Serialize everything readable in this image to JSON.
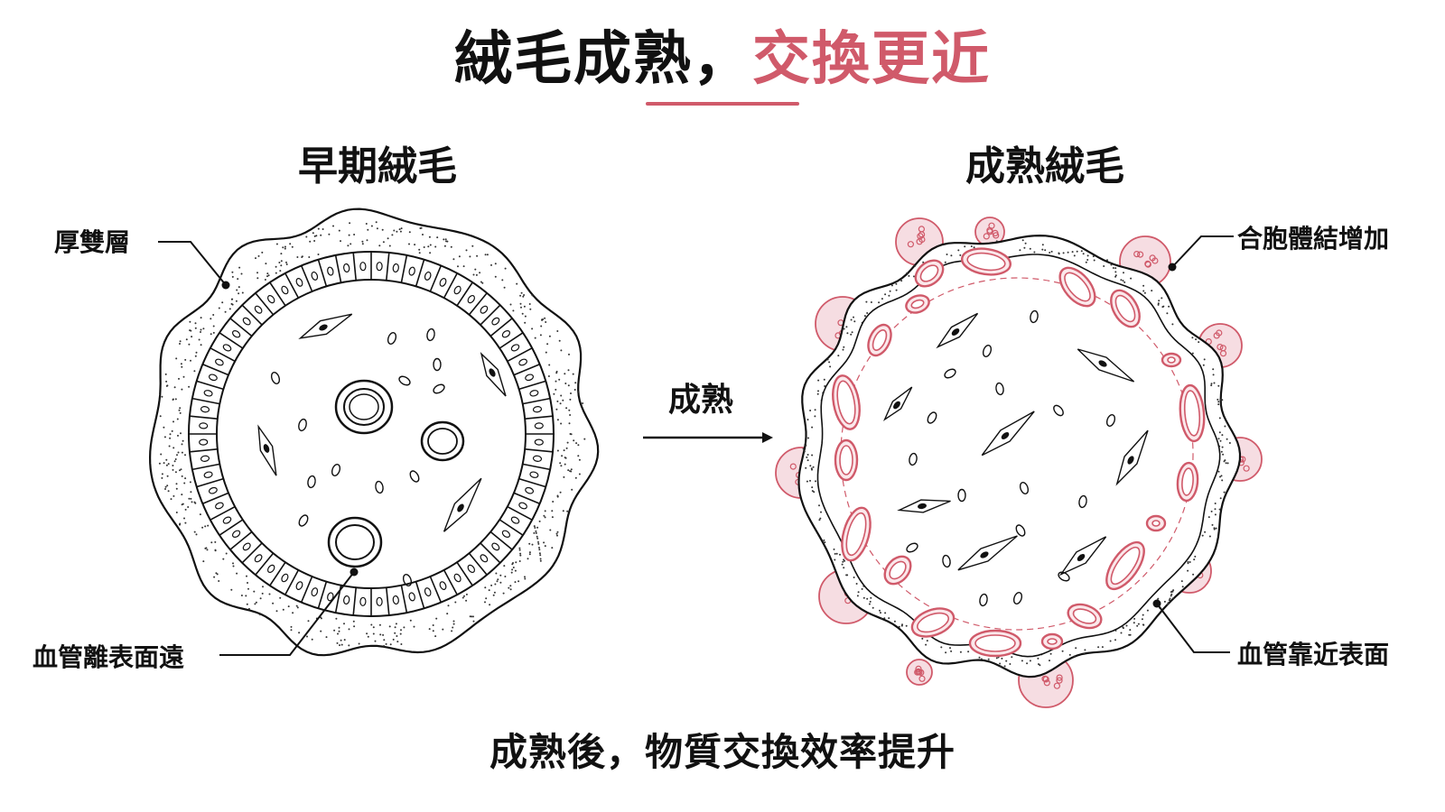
{
  "title": {
    "main": "絨毛成熟，",
    "accent": "交換更近"
  },
  "left_panel": {
    "title": "早期絨毛",
    "label_layer": "厚雙層",
    "label_vessel": "血管離表面遠"
  },
  "right_panel": {
    "title": "成熟絨毛",
    "label_knots": "合胞體結增加",
    "label_vessel": "血管靠近表面"
  },
  "arrow": {
    "label": "成熟"
  },
  "caption": "成熟後，物質交換效率提升",
  "colors": {
    "accent": "#d05a6a",
    "ink": "#111111",
    "knot_fill": "#f6dde2"
  }
}
